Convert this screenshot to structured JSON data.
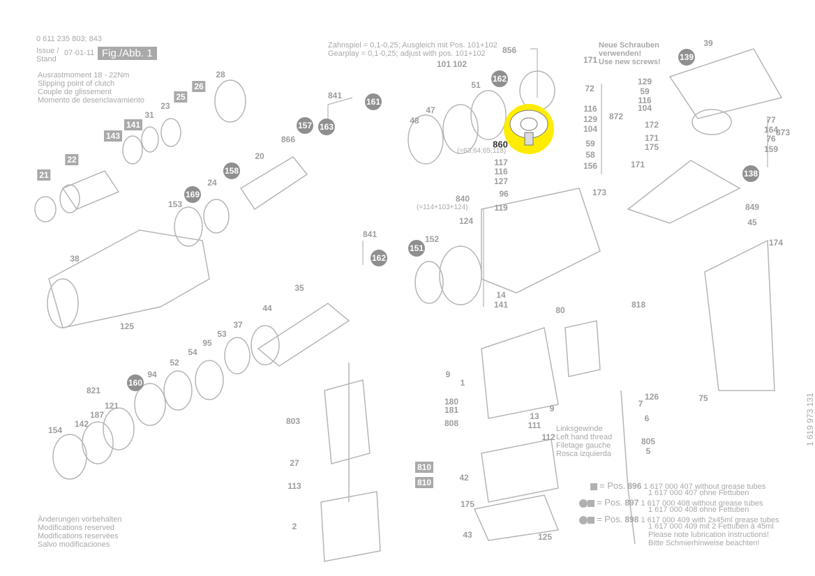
{
  "header": {
    "doc_number": "0 611 235 803; 843",
    "issue_label": "Issue / Stand",
    "issue_date": "07-01-11",
    "figure_label": "Fig./Abb. 1"
  },
  "clutch_note": [
    "Ausrastmoment 18 - 22Nm",
    "Slipping point of clutch",
    "Couple de glissement",
    "Momento de desenclavamiento"
  ],
  "gearplay_note": [
    "Zahnspiel = 0,1-0,25; Ausgleich mit Pos. 101+102",
    "Gearplay  = 0,1-0,25; adjust with pos. 101+102"
  ],
  "screw_note": [
    "Neue Schrauben",
    "verwenden!",
    "Use new screws!"
  ],
  "thread_note": [
    "Linksgewinde",
    "Left hand thread",
    "Filetage gauche",
    "Rosca izquierda"
  ],
  "sub_notes": [
    "(=63;64;65;118)",
    "(=114+103+124)"
  ],
  "changes_note": [
    "Änderungen vorbehalten",
    "Modifications reserved",
    "Modifications reservées",
    "Salvo modificaciones"
  ],
  "side_number": "1 619 973 131",
  "legend": [
    {
      "prefix": "= Pos.",
      "pos": "896",
      "lines": [
        "1 617 000 407 without grease tubes",
        "1 617 000 407 ohne Fettuben"
      ]
    },
    {
      "prefix": "= Pos.",
      "pos": "897",
      "lines": [
        "1 617 000 408 without grease tubes",
        "1 617 000 408 ohne Fettuben"
      ]
    },
    {
      "prefix": "= Pos.",
      "pos": "898",
      "lines": [
        "1 617 000 409 with 2x45ml grease tubes",
        "1 617 000 409 mit 2 Fettuben à 45ml"
      ]
    }
  ],
  "lubrication_note": [
    "Please note lubrication instructions!",
    "Bitte Schmierhinweise beachten!"
  ],
  "highlighted_part": "860",
  "highlight_color": "#ffec00",
  "part_labels": [
    "28",
    "23",
    "31",
    "20",
    "866",
    "24",
    "153",
    "38",
    "125",
    "35",
    "44",
    "37",
    "53",
    "95",
    "54",
    "52",
    "94",
    "821",
    "187",
    "121",
    "142",
    "154",
    "803",
    "27",
    "113",
    "2",
    "841",
    "841",
    "152",
    "124",
    "101",
    "102",
    "51",
    "47",
    "48",
    "856",
    "171",
    "72",
    "129",
    "59",
    "116",
    "104",
    "116",
    "129",
    "872",
    "104",
    "59",
    "58",
    "156",
    "117",
    "116",
    "127",
    "96",
    "119",
    "840",
    "173",
    "14",
    "141",
    "80",
    "818",
    "9",
    "1",
    "9",
    "180",
    "181",
    "808",
    "13",
    "111",
    "112",
    "126",
    "7",
    "6",
    "805",
    "5",
    "75",
    "42",
    "175",
    "43",
    "125",
    "39",
    "77",
    "164",
    "76",
    "159",
    "873",
    "172",
    "171",
    "175",
    "171",
    "849",
    "45",
    "174"
  ],
  "boxed_labels": [
    "25",
    "26",
    "141",
    "143",
    "22",
    "21",
    "810",
    "810"
  ],
  "circled_labels": [
    "161",
    "157",
    "163",
    "158",
    "169",
    "162",
    "151",
    "160",
    "162",
    "139",
    "138"
  ]
}
